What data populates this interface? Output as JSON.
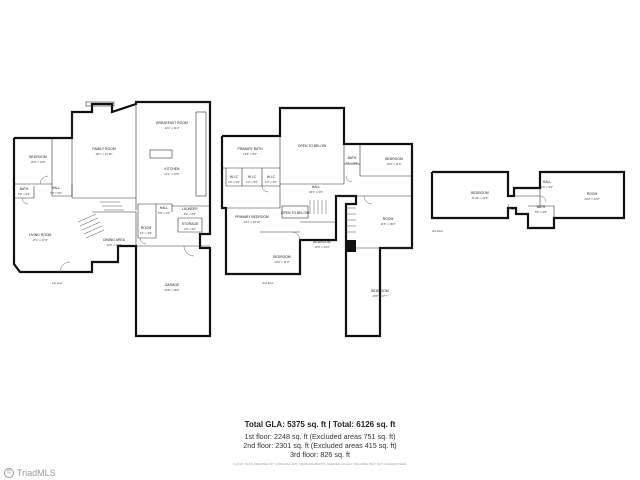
{
  "summary": {
    "total": "Total GLA: 5375 sq. ft | Total: 6126 sq. ft",
    "floor1": "1st floor: 2248 sq. ft (Excluded areas 751 sq. ft)",
    "floor2": "2nd floor: 2301 sq. ft (Excluded areas 415 sq. ft)",
    "floor3": "3rd floor: 826 sq. ft",
    "disclaimer": "FLOOR PLAN CREATED BY CUBICASA APP. MEASUREMENTS DEEMED HIGHLY RELIABLE BUT NOT GUARANTEED."
  },
  "brand": {
    "name": "TriadMLS",
    "mark": "©"
  },
  "floors": [
    {
      "label": "1st floor"
    },
    {
      "label": "2nd floor"
    },
    {
      "label": "3rd floor"
    }
  ],
  "rooms": {
    "f1_bedroom": {
      "name": "BEDROOM",
      "dim": "14'6\" x 13'0\""
    },
    "f1_family": {
      "name": "FAMILY ROOM",
      "dim": "18'1\" x 21'10\""
    },
    "f1_breakfast": {
      "name": "BREAKFAST ROOM",
      "dim": "12'1\" x 11'2\""
    },
    "f1_kitchen": {
      "name": "KITCHEN",
      "dim": "21'1\" x 14'0\""
    },
    "f1_bath": {
      "name": "BATH",
      "dim": "5'0\" x 8'4\""
    },
    "f1_hall": {
      "name": "HALL",
      "dim": "7'4\" x 5'0\""
    },
    "f1_living": {
      "name": "LIVING ROOM",
      "dim": "17'1\" x 17'0\""
    },
    "f1_dining": {
      "name": "DINING AREA",
      "dim": "14'0\" x 14'3\""
    },
    "f1_room": {
      "name": "ROOM",
      "dim": "6'1\" x 4'9\""
    },
    "f1_hall2": {
      "name": "HALL",
      "dim": "5'8\" x 3'4\""
    },
    "f1_laundry": {
      "name": "LAUNDRY",
      "dim": "8'2\" x 6'3\""
    },
    "f1_storage": {
      "name": "STORAGE",
      "dim": "4'6\" x 3'0\""
    },
    "f1_garage": {
      "name": "GARAGE",
      "dim": "20'8\" x 28'0\""
    },
    "f2_primary_bath": {
      "name": "PRIMARY BATH",
      "dim": "13'6\" x 8'4\""
    },
    "f2_open": {
      "name": "OPEN TO BELOW",
      "dim": ""
    },
    "f2_bath": {
      "name": "BATH",
      "dim": "5'1\" x 8'4\""
    },
    "f2_bedroom_a": {
      "name": "BEDROOM",
      "dim": "13'0\" x 11'6\""
    },
    "f2_wic1": {
      "name": "W.I.C",
      "dim": "4'0\" x 5'6\""
    },
    "f2_wic2": {
      "name": "W.I.C",
      "dim": "4'4\" x 5'6\""
    },
    "f2_wic3": {
      "name": "W.I.C",
      "dim": "4'0\" x 4'0\""
    },
    "f2_hall": {
      "name": "HALL",
      "dim": "20'1\" x 9'6\""
    },
    "f2_primary_bed": {
      "name": "PRIMARY BEDROOM",
      "dim": "13'1\" x 18'10\""
    },
    "f2_open2": {
      "name": "OPEN TO BELOW",
      "dim": ""
    },
    "f2_room": {
      "name": "ROOM",
      "dim": "11'6\" x 18'0\""
    },
    "f2_bedroom_b": {
      "name": "BEDROOM",
      "dim": "13'0\" x 14'3\""
    },
    "f2_bedroom_c": {
      "name": "BEDROOM",
      "dim": "13'6\" x 11'3\""
    },
    "f2_garage_bed": {
      "name": "BEDROOM",
      "dim": "20'8\" x 27'7\""
    },
    "f3_bedroom": {
      "name": "BEDROOM",
      "dim": "31'10\" x 13'8\""
    },
    "f3_room": {
      "name": "ROOM",
      "dim": "20'4\" x 13'0\""
    },
    "f3_hall": {
      "name": "HALL",
      "dim": "4'0\" x 3'0\""
    },
    "f3_bath": {
      "name": "BATH",
      "dim": "8'0\" x 4'8\""
    }
  }
}
